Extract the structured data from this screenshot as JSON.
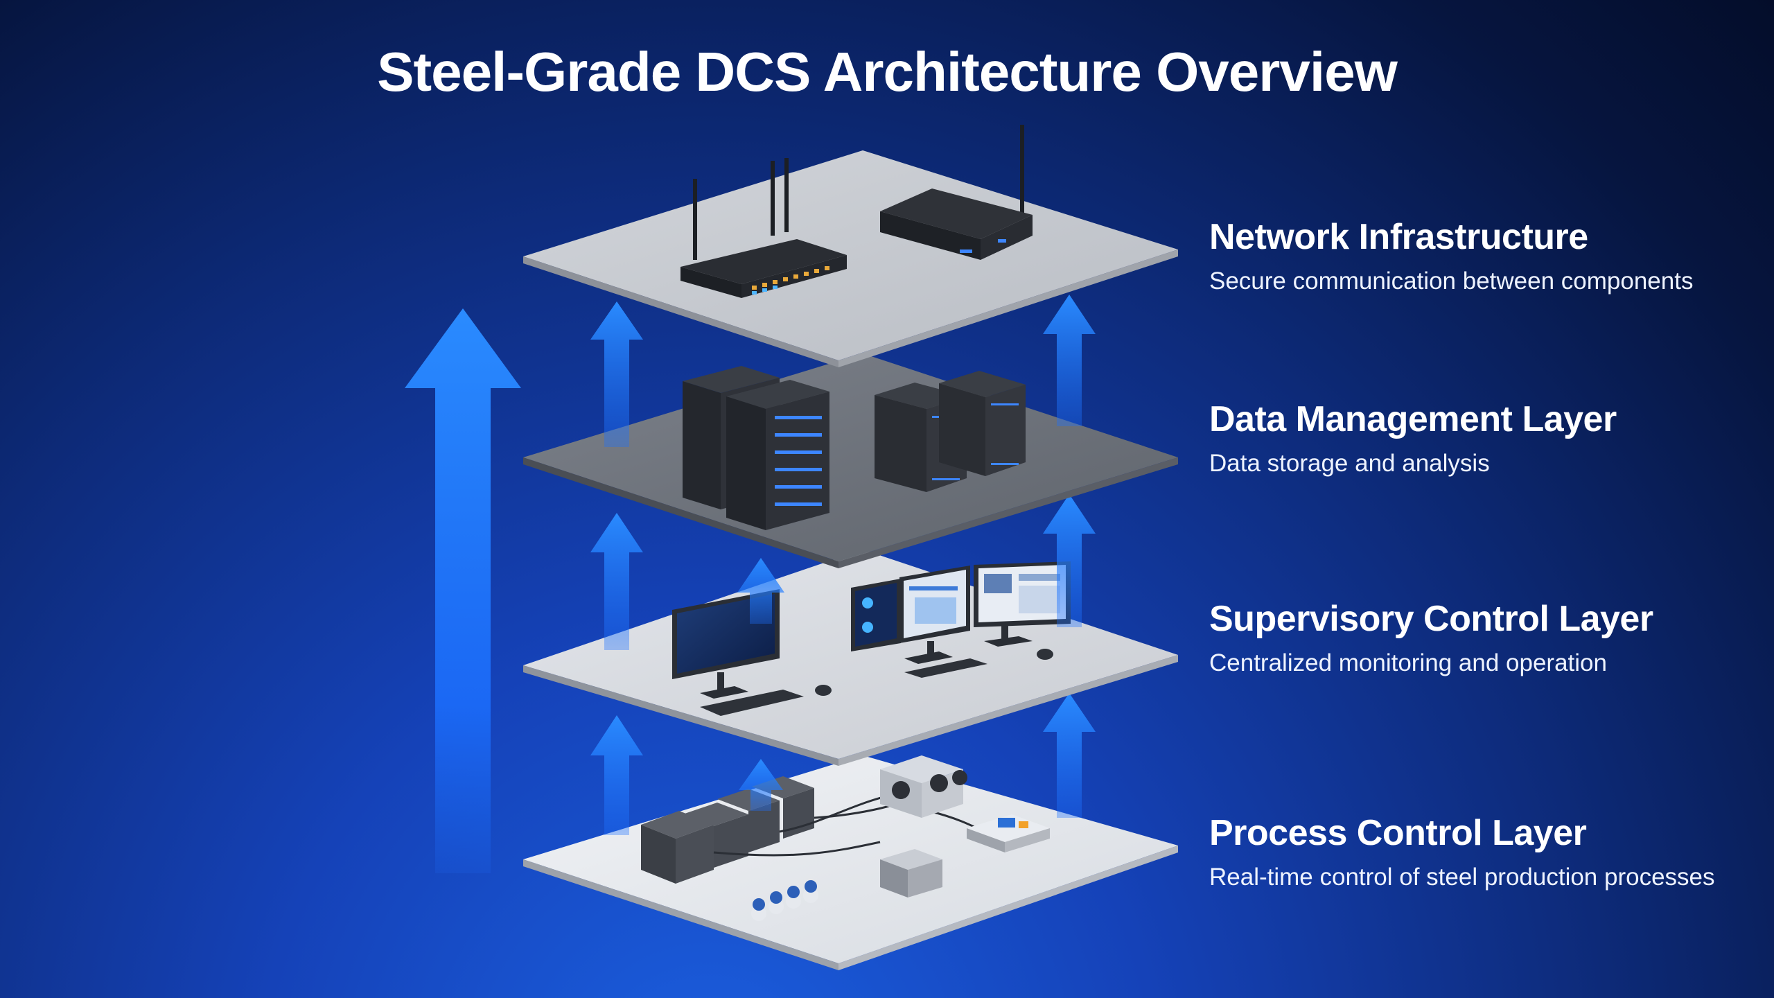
{
  "title": "Steel-Grade DCS Architecture Overview",
  "layers": [
    {
      "name": "Network Infrastructure",
      "description": "Secure communication between components",
      "devices": [
        "router-icon",
        "network-switch-icon"
      ]
    },
    {
      "name": "Data Management Layer",
      "description": "Data storage and analysis",
      "devices": [
        "server-rack-icon",
        "server-rack-icon",
        "tower-server-icon",
        "tower-server-icon"
      ]
    },
    {
      "name": "Supervisory Control Layer",
      "description": "Centralized monitoring and operation",
      "devices": [
        "workstation-monitor-icon",
        "dashboard-monitor-icon",
        "dashboard-monitor-icon",
        "keyboard-icon",
        "mouse-icon"
      ]
    },
    {
      "name": "Process Control Layer",
      "description": "Real-time control of steel production processes",
      "devices": [
        "controller-module-icon",
        "sensor-icon",
        "io-module-icon",
        "control-board-icon"
      ]
    }
  ],
  "colors": {
    "background_top": "#040d2a",
    "background_bottom": "#1b5fe0",
    "arrow": "#1c7bff",
    "platform_light": "#e7eaf0",
    "platform_mid": "#bfc4cc",
    "platform_dark": "#6e737c",
    "text": "#ffffff"
  }
}
